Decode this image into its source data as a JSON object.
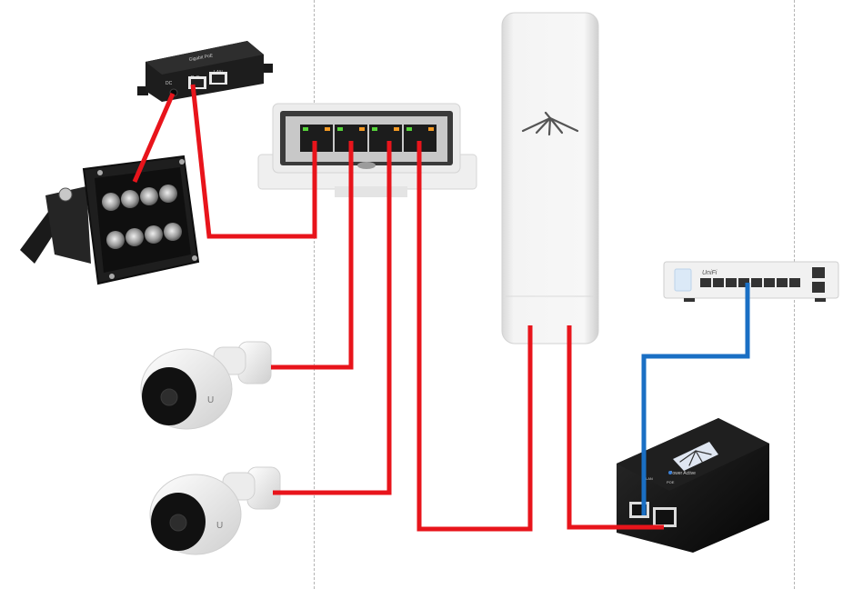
{
  "diagram": {
    "title": "",
    "colors": {
      "poe_wire": "#e8141b",
      "data_wire": "#1a6fc4",
      "divider": "#b5b5b5",
      "background": "#ffffff"
    },
    "devices": {
      "poe_injector_small": {
        "label_top": "Gigabit PoE",
        "port_dc": "DC",
        "port_poe": "PoE",
        "port_lan": "LAN"
      },
      "ir_illuminator": {
        "led_count": 8
      },
      "outdoor_switch": {
        "ports": 4,
        "led_colors": [
          "#57d43b",
          "#f59a24"
        ]
      },
      "camera_1": {
        "logo": "U"
      },
      "camera_2": {
        "logo": "U"
      },
      "wireless_bridge": {
        "logo": "ubiquiti-logo"
      },
      "network_switch": {
        "brand": "UniFi",
        "ports": 8
      },
      "poe_adapter": {
        "status_label": "Power Active",
        "port_lan": "LAN",
        "port_poe": "POE",
        "logo": "ubiquiti-logo"
      }
    },
    "connections": [
      {
        "from": "poe_injector_small.dc",
        "to": "ir_illuminator",
        "type": "poe"
      },
      {
        "from": "poe_injector_small.poe",
        "to": "outdoor_switch.port1",
        "type": "poe"
      },
      {
        "from": "outdoor_switch.port2",
        "to": "camera_1",
        "type": "poe"
      },
      {
        "from": "outdoor_switch.port3",
        "to": "camera_2",
        "type": "poe"
      },
      {
        "from": "outdoor_switch.port4",
        "to": "wireless_bridge.port_left",
        "type": "poe"
      },
      {
        "from": "wireless_bridge.port_right",
        "to": "poe_adapter.poe",
        "type": "poe"
      },
      {
        "from": "network_switch.port4",
        "to": "poe_adapter.lan",
        "type": "data"
      }
    ]
  }
}
